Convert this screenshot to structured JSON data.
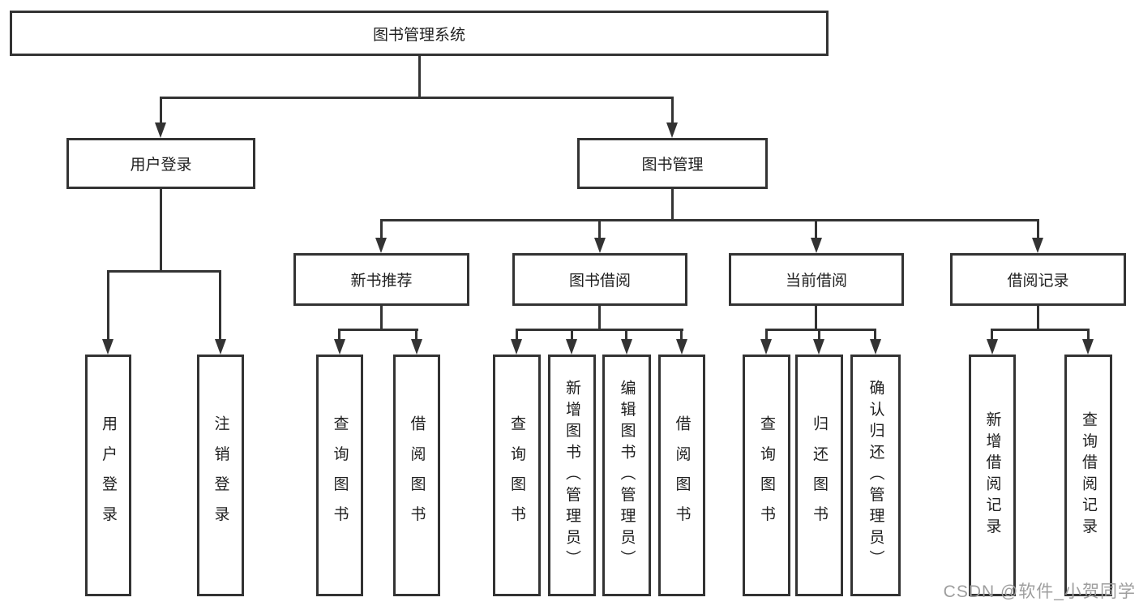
{
  "diagram_title": "图书管理系统",
  "tree": {
    "label": "图书管理系统",
    "children": [
      {
        "label": "用户登录",
        "children": [
          {
            "label": "用户登录"
          },
          {
            "label": "注销登录"
          }
        ]
      },
      {
        "label": "图书管理",
        "children": [
          {
            "label": "新书推荐",
            "children": [
              {
                "label": "查询图书"
              },
              {
                "label": "借阅图书"
              }
            ]
          },
          {
            "label": "图书借阅",
            "children": [
              {
                "label": "查询图书"
              },
              {
                "label": "新增图书（管理员）"
              },
              {
                "label": "编辑图书（管理员）"
              },
              {
                "label": "借阅图书"
              }
            ]
          },
          {
            "label": "当前借阅",
            "children": [
              {
                "label": "查询图书"
              },
              {
                "label": "归还图书"
              },
              {
                "label": "确认归还（管理员）"
              }
            ]
          },
          {
            "label": "借阅记录",
            "children": [
              {
                "label": "新增借阅记录"
              },
              {
                "label": "查询借阅记录"
              }
            ]
          }
        ]
      }
    ]
  },
  "watermark": {
    "text": "CSDN @软件_小贺同学"
  },
  "colors": {
    "line": "#333333",
    "box_border": "#333333",
    "text": "#1f1f1f",
    "watermark": "#9e9e9e",
    "background": "#ffffff"
  }
}
